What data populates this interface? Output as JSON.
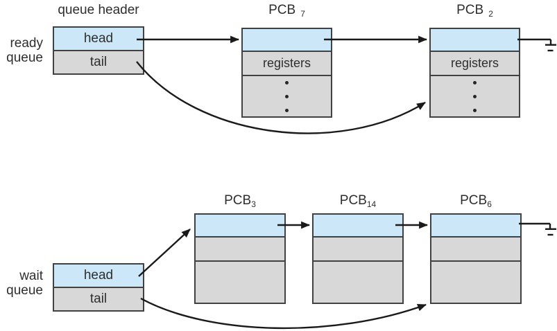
{
  "diagram_title": "queue header",
  "colors": {
    "pcb_top_row_fill": "#cce7f7",
    "pcb_body_fill": "#d8d8d8",
    "box_border": "#414141",
    "arrow_line": "#1a1a1a",
    "text": "#2e2e2e",
    "background": "#ffffff"
  },
  "labels": {
    "queue_header": "queue header"
  },
  "ready_queue": {
    "side_label": [
      "ready",
      "queue"
    ],
    "header": {
      "head_label": "head",
      "tail_label": "tail"
    },
    "pcbs": [
      {
        "title": "PCB",
        "subscript": "7",
        "register_label": "registers",
        "has_ellipsis": true
      },
      {
        "title": "PCB",
        "subscript": "2",
        "register_label": "registers",
        "has_ellipsis": true
      }
    ],
    "tail_pointer_target": "PCB 2",
    "end_of_list": "null (ground symbol)"
  },
  "wait_queue": {
    "side_label": [
      "wait",
      "queue"
    ],
    "header": {
      "head_label": "head",
      "tail_label": "tail"
    },
    "pcbs": [
      {
        "title": "PCB",
        "subscript": "3"
      },
      {
        "title": "PCB",
        "subscript": "14"
      },
      {
        "title": "PCB",
        "subscript": "6"
      }
    ],
    "tail_pointer_target": "PCB 6",
    "end_of_list": "null (ground symbol)"
  }
}
